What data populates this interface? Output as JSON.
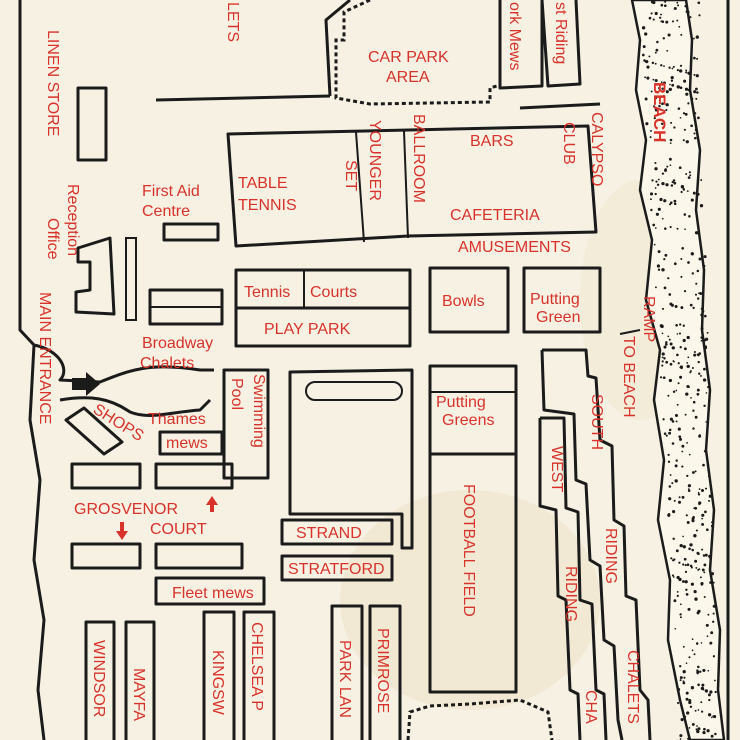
{
  "colors": {
    "paper": "#f6f1e2",
    "ink": "#1b1b1b",
    "label": "#d8322b"
  },
  "labels": {
    "chalets_top": "LETS",
    "york_mews": "ork Mews",
    "east_riding": "st Riding",
    "car_park_1": "CAR PARK",
    "car_park_2": "AREA",
    "beach": "BEACH",
    "linen_store": "LINEN STORE",
    "table": "TABLE",
    "tennis": "TENNIS",
    "younger": "YOUNGER",
    "set": "SET",
    "ballroom": "BALLROOM",
    "bars": "BARS",
    "club": "CLUB",
    "calypso": "CALYPSO",
    "cafeteria": "CAFETERIA",
    "amusements": "AMUSEMENTS",
    "first_aid_1": "First Aid",
    "first_aid_2": "Centre",
    "reception_1": "Reception",
    "reception_2": "Office",
    "tennis_courts_a": "Tennis",
    "tennis_courts_b": "Courts",
    "play_park": "PLAY PARK",
    "bowls": "Bowls",
    "putting_1": "Putting",
    "putting_2": "Green",
    "ramp_1": "RAMP",
    "ramp_2": "TO BEACH",
    "main_entrance": "MAIN ENTRANCE",
    "broadway_1": "Broadway",
    "broadway_2": "Chalets",
    "swimming_1": "Swimming",
    "swimming_2": "Pool",
    "putting_greens_1": "Putting",
    "putting_greens_2": "Greens",
    "shops": "SHOPS",
    "thames": "Thames",
    "mews": "mews",
    "south": "SOUTH",
    "west": "WEST",
    "grosvenor": "GROSVENOR",
    "court": "COURT",
    "football_field": "FOOTBALL FIELD",
    "strand": "STRAND",
    "stratford": "STRATFORD",
    "riding_south": "RIDING",
    "riding_west": "RIDING",
    "fleet_mews": "Fleet mews",
    "chalets_east": "CHALETS",
    "windsor": "WINDSOR",
    "mayfair": "MAYFA",
    "kingsway": "KINGSW",
    "chelsea": "CHELSEA P",
    "park_lane": "PARK LAN",
    "primrose": "PRIMROSE",
    "cha": "CHA"
  }
}
